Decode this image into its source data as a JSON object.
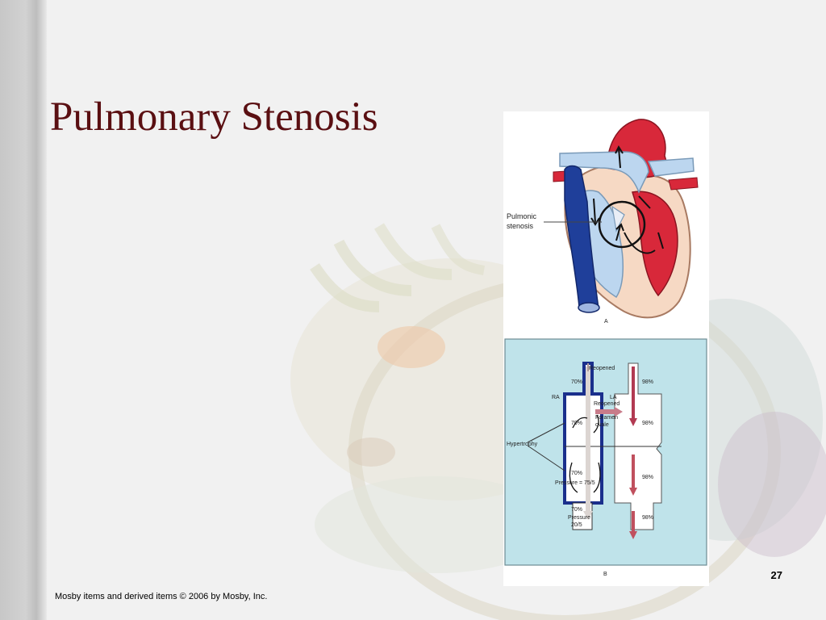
{
  "slide": {
    "title": "Pulmonary Stenosis",
    "page_number": "27",
    "footer": "Mosby items and derived items © 2006 by Mosby, Inc."
  },
  "figure_a": {
    "label_line1": "Pulmonic",
    "label_line2": "stenosis",
    "caption": "A"
  },
  "figure_b": {
    "reopened_top": "Reopened",
    "ra": "RA",
    "la": "LA",
    "reopened_mid": "Reopened",
    "foramen": "Foramen",
    "ovale": "ovale",
    "hypertrophy": "Hypertrophy",
    "p70_1": "70%",
    "p70_2": "70%",
    "p70_3": "70%",
    "p70_4": "70%",
    "p98_1": "98%",
    "p98_2": "98%",
    "p98_3": "98%",
    "p98_4": "98%",
    "pressure_rv": "Pressure = 75/5",
    "pressure_pa": "Pressure",
    "pressure_pa_value": "20/5",
    "caption": "B"
  },
  "colors": {
    "title": "#5a0f12",
    "diagram_background": "#bfe3ea",
    "deoxygenated": "#bcd6ef",
    "oxygenated": "#d8283a",
    "vena_cava": "#1f3f9a",
    "hypertrophy_wall": "#1a2f8c"
  }
}
